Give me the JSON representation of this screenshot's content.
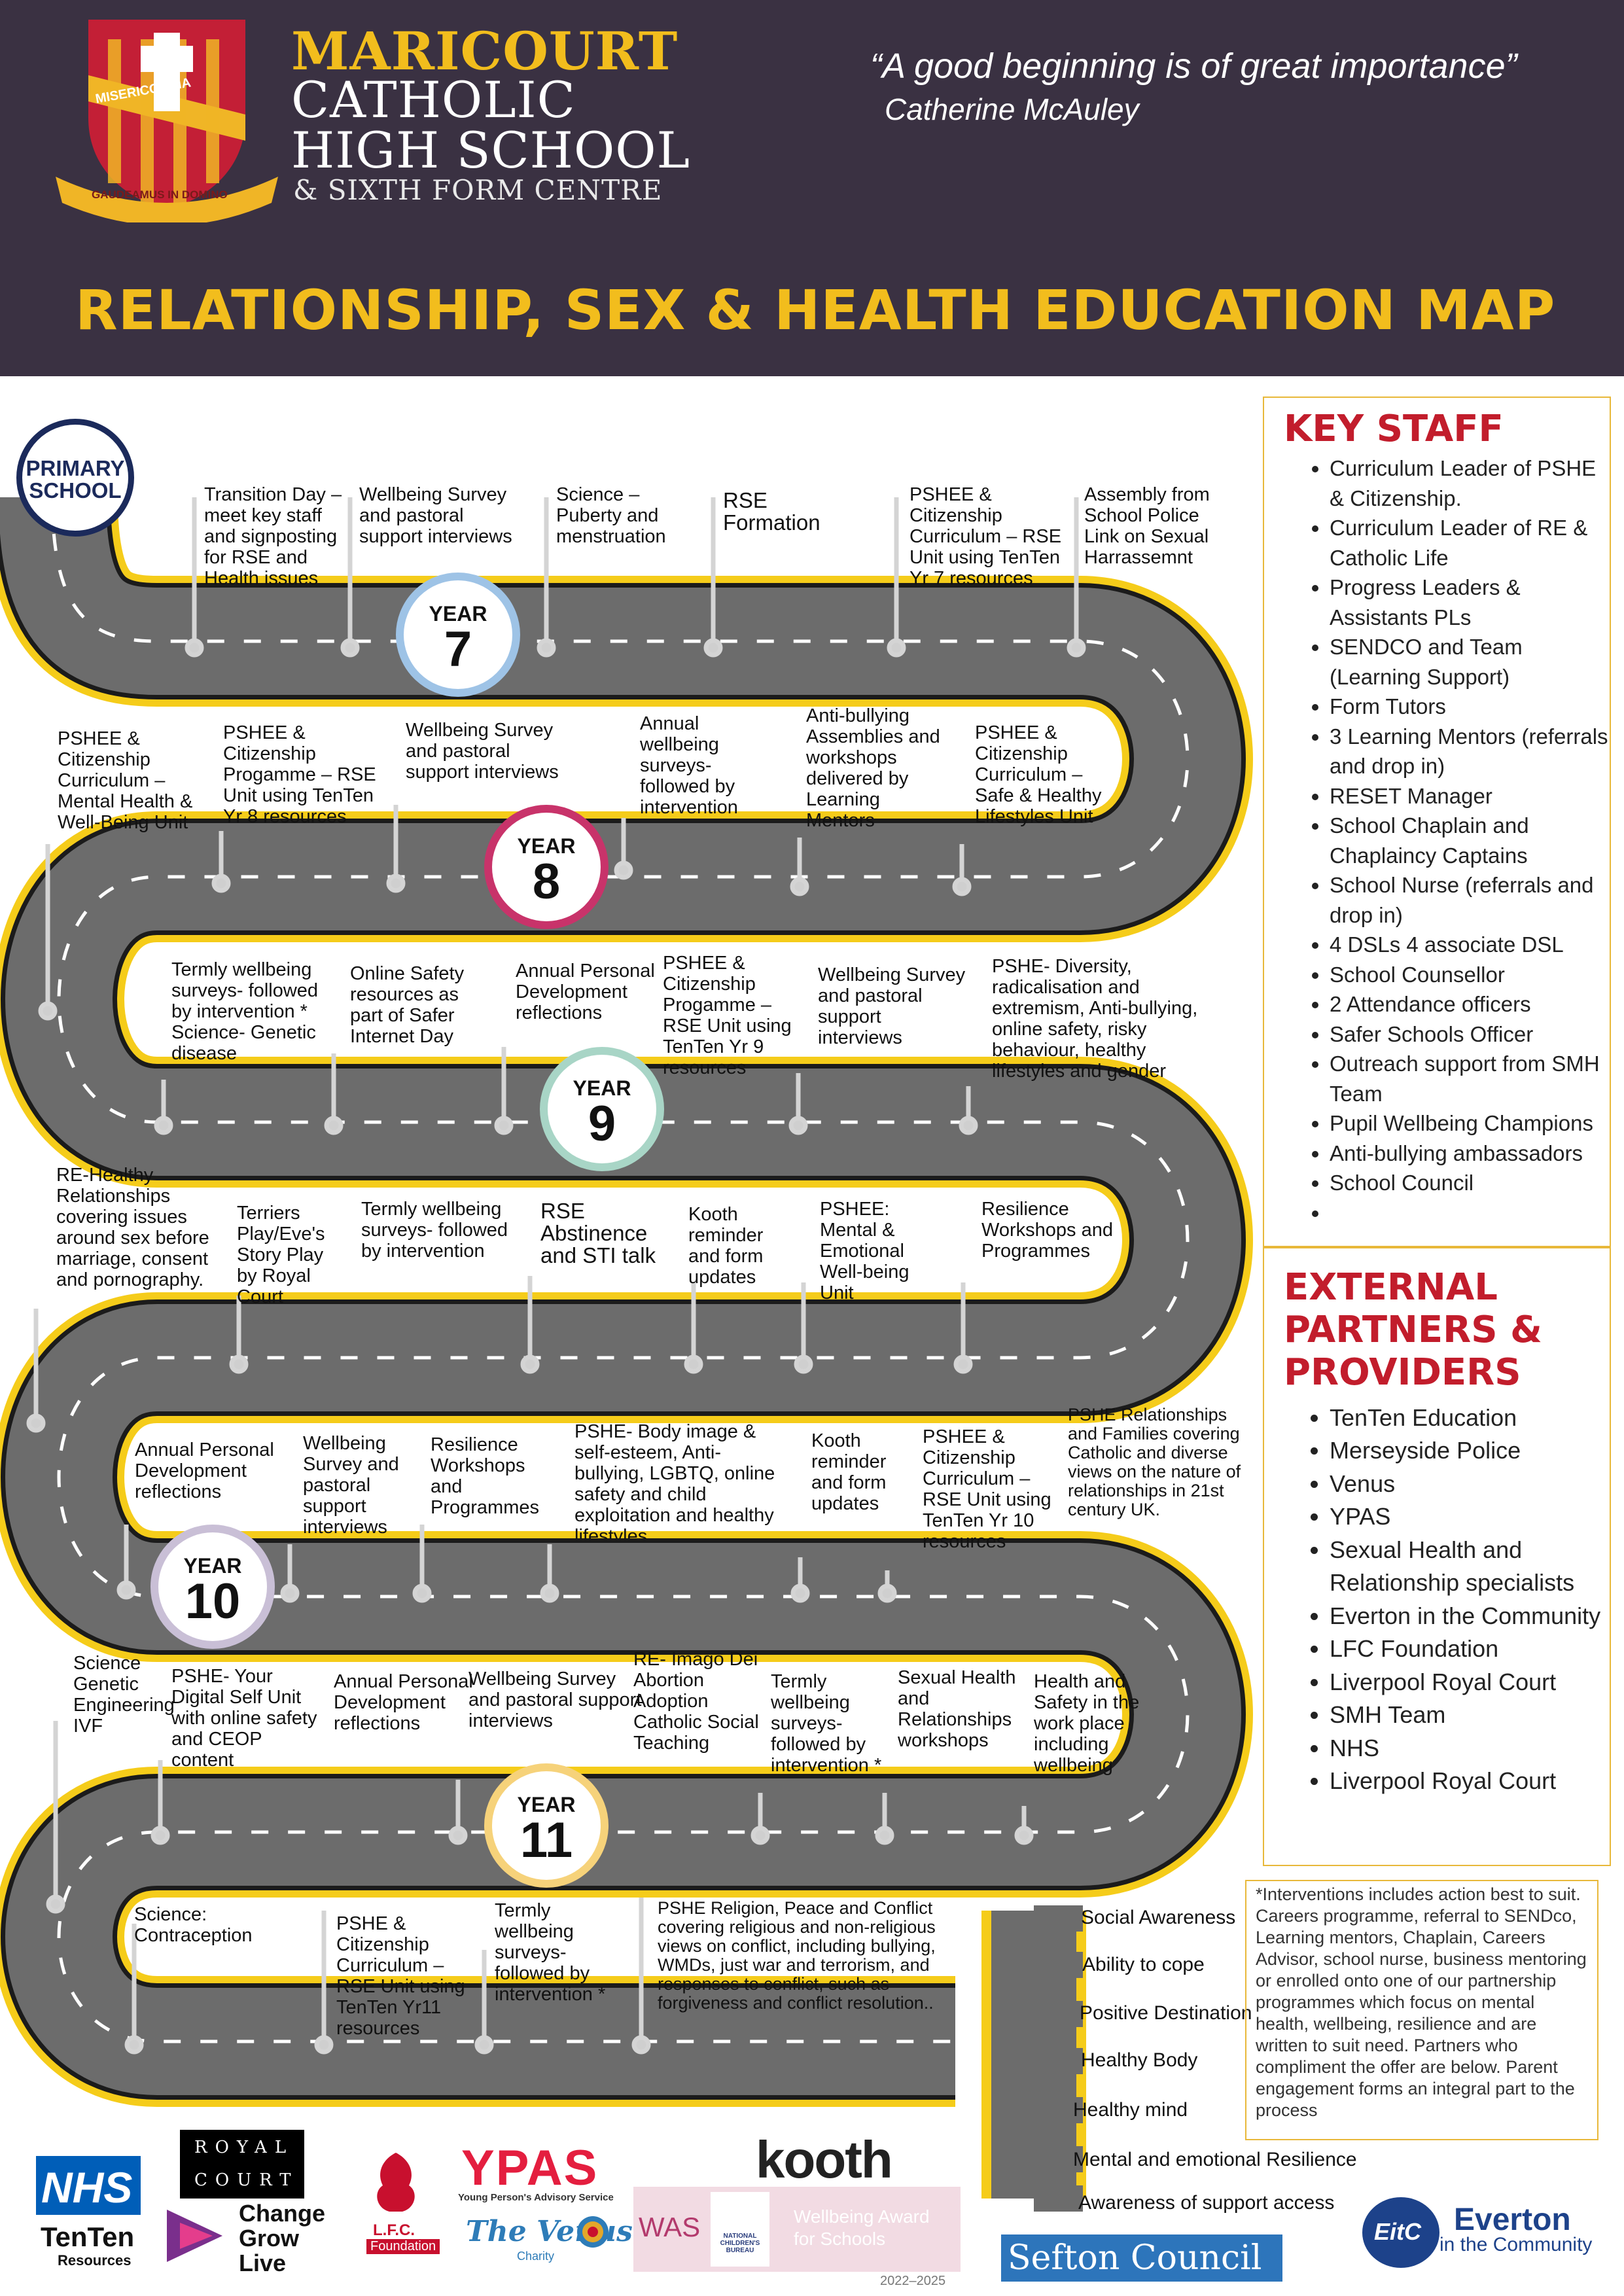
{
  "header": {
    "school_name_line1": "MARICOURT",
    "school_name_line2": "CATHOLIC",
    "school_name_line3": "HIGH SCHOOL",
    "school_name_line4": "& SIXTH FORM CENTRE",
    "crest_motto_top": "MISERICORDIA",
    "crest_motto_bottom": "GAUDEAMUS IN DOMINO",
    "quote": "“A good beginning is of great importance”",
    "quote_author": "Catherine McAuley",
    "title": "RELATIONSHIP, SEX & HEALTH EDUCATION MAP"
  },
  "colors": {
    "header_bg": "#3a3142",
    "title_yellow": "#f2bd1d",
    "road_grey": "#6c6c6c",
    "road_edge_yellow": "#f5cc1a",
    "heading_red": "#c21d2c",
    "year7": "#9ec3e6",
    "year8": "#c8336a",
    "year9": "#a8d5c6",
    "year10": "#c9bfd6",
    "year11": "#f6d27a",
    "primary_school": "#1b2a5b"
  },
  "primary_school": {
    "line1": "PRIMARY",
    "line2": "SCHOOL"
  },
  "years": {
    "label": "YEAR",
    "y7": "7",
    "y8": "8",
    "y9": "9",
    "y10": "10",
    "y11": "11"
  },
  "road_labels": {
    "r1": [
      "Transition Day – meet key staff and signposting for RSE and Health issues",
      "Wellbeing Survey and pastoral support interviews",
      "Science – Puberty and menstruation",
      "RSE Formation",
      "PSHEE & Citizenship Curriculum – RSE Unit using TenTen Yr 7 resources",
      "Assembly from School Police Link on Sexual Harrassemnt"
    ],
    "r2": [
      "PSHEE & Citizenship Curriculum – Mental Health & Well-Being Unit",
      "PSHEE & Citizenship Progamme – RSE Unit using TenTen Yr 8 resources",
      "Wellbeing Survey and pastoral support interviews",
      "Annual wellbeing surveys- followed by intervention",
      "Anti-bullying Assemblies and workshops delivered by Learning Mentors",
      "PSHEE & Citizenship Curriculum – Safe & Healthy Lifestyles Unit"
    ],
    "r3": [
      "Termly wellbeing surveys- followed by intervention * Science- Genetic disease",
      "Online Safety resources as part of Safer Internet Day",
      "Annual Personal Development reflections",
      "PSHEE & Citizenship Progamme – RSE Unit using TenTen Yr 9 resources",
      "Wellbeing Survey and pastoral support interviews",
      "PSHE- Diversity, radicalisation and extremism, Anti-bullying, online safety, risky behaviour, healthy lifestyles and gender"
    ],
    "r4": [
      "RE-Healthy Relationships covering issues around sex before marriage, consent and pornography.",
      "Terriers Play/Eve's Story Play by Royal Court",
      "Termly wellbeing surveys- followed by intervention",
      "RSE Abstinence and STI talk",
      "Kooth reminder and form updates",
      "PSHEE: Mental & Emotional Well-being Unit",
      "Resilience Workshops and Programmes"
    ],
    "r5": [
      "Annual Personal Development reflections",
      "Wellbeing Survey and pastoral support interviews",
      "Resilience Workshops and Programmes",
      "PSHE- Body image & self-esteem, Anti-bullying, LGBTQ, online safety and child exploitation and healthy lifestyles",
      "Kooth reminder and form updates",
      "PSHEE & Citizenship Curriculum – RSE Unit using TenTen Yr 10 resources",
      "PSHE Relationships and Families covering Catholic and diverse views on the nature of relationships in 21st century UK."
    ],
    "r6": [
      "Science Genetic Engineering IVF",
      "PSHE- Your Digital Self Unit with online safety and CEOP content",
      "Annual Personal Development reflections",
      "Wellbeing Survey and pastoral support interviews",
      "RE- Imago Dei Abortion Adoption Catholic Social Teaching",
      "Termly wellbeing surveys- followed by intervention *",
      "Sexual Health and Relationships workshops",
      "Health and Safety in the work place including wellbeing"
    ],
    "r7": [
      "Science: Contraception",
      "PSHE & Citizenship Curriculum – RSE Unit using TenTen Yr11 resources",
      "Termly wellbeing surveys- followed by intervention *",
      "PSHE Religion, Peace and Conflict covering religious and non-religious views on conflict, including bullying, WMDs, just war and terrorism, and responses to conflict, such as forgiveness and conflict resolution.."
    ]
  },
  "outcomes": [
    "Social Awareness",
    "Ability to cope",
    "Positive Destination",
    "Healthy Body",
    "Healthy mind",
    "Mental and emotional Resilience",
    "Awareness of support access"
  ],
  "key_staff": {
    "title": "KEY STAFF",
    "items": [
      "Curriculum Leader of PSHE & Citizenship.",
      "Curriculum Leader of RE & Catholic Life",
      "Progress Leaders & Assistants PLs",
      "SENDCO and Team (Learning Support)",
      "Form Tutors",
      "3 Learning Mentors (referrals and drop in)",
      "RESET Manager",
      "School Chaplain and Chaplaincy Captains",
      "School Nurse (referrals and drop in)",
      "4 DSLs 4 associate DSL",
      "School Counsellor",
      "2 Attendance officers",
      "Safer Schools Officer",
      "Outreach support from SMH Team",
      "Pupil Wellbeing Champions",
      "Anti-bullying ambassadors",
      "School Council",
      ""
    ]
  },
  "partners": {
    "title_line1": "EXTERNAL",
    "title_line2": "PARTNERS &",
    "title_line3": "PROVIDERS",
    "items": [
      "TenTen Education",
      "Merseyside Police",
      "Venus",
      "YPAS",
      "Sexual Health and Relationship specialists",
      "Everton in the Community",
      "LFC Foundation",
      "Liverpool Royal Court",
      "SMH Team",
      "NHS",
      "Liverpool Royal Court"
    ]
  },
  "note": "*Interventions includes action best to suit. Careers programme, referral to SENDco, Learning mentors, Chaplain, Careers Advisor, school nurse, business mentoring or enrolled onto one of our partnership programmes which focus on mental health, wellbeing, resilience and are written to suit need. Partners who compliment the offer are below. Parent engagement forms an integral part to the process",
  "logos": {
    "nhs": "NHS",
    "tenten": "TenTen",
    "tenten_sub": "Resources",
    "royal_court_line1": "ROYAL",
    "royal_court_line2": "COURT",
    "cgl_line1": "Change",
    "cgl_line2": "Grow",
    "cgl_line3": "Live",
    "lfc": "L.F.C.",
    "lfc_sub": "Foundation",
    "ypas": "YPAS",
    "ypas_sub": "Young Person's Advisory Service",
    "venus": "The Venus",
    "venus_sub": "Charity",
    "kooth": "kooth",
    "was": "WAS",
    "ncb": "NATIONAL CHILDREN'S BUREAU",
    "award_line1": "Wellbeing Award",
    "award_line2": "for Schools",
    "award_years": "2022–2025",
    "sefton": "Sefton Council",
    "everton_line1": "Everton",
    "everton_line2": "in the Community",
    "everton_badge": "EitC"
  }
}
